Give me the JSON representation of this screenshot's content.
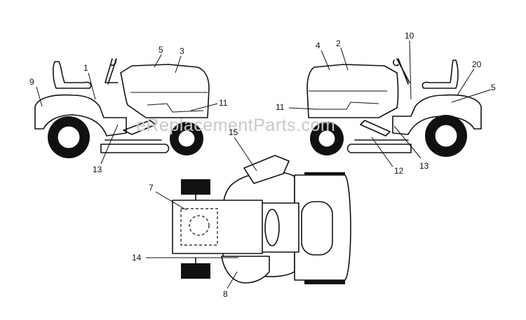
{
  "watermark": "eReplacementParts.com",
  "callouts": {
    "left_1": "1",
    "left_5": "5",
    "left_3": "3",
    "left_9": "9",
    "left_11": "11",
    "left_13": "13",
    "right_4": "4",
    "right_2": "2",
    "right_10": "10",
    "right_20": "20",
    "right_5": "5",
    "right_11": "11",
    "right_12": "12",
    "right_13": "13",
    "top_15": "15",
    "top_7": "7",
    "top_14": "14",
    "top_8": "8"
  }
}
